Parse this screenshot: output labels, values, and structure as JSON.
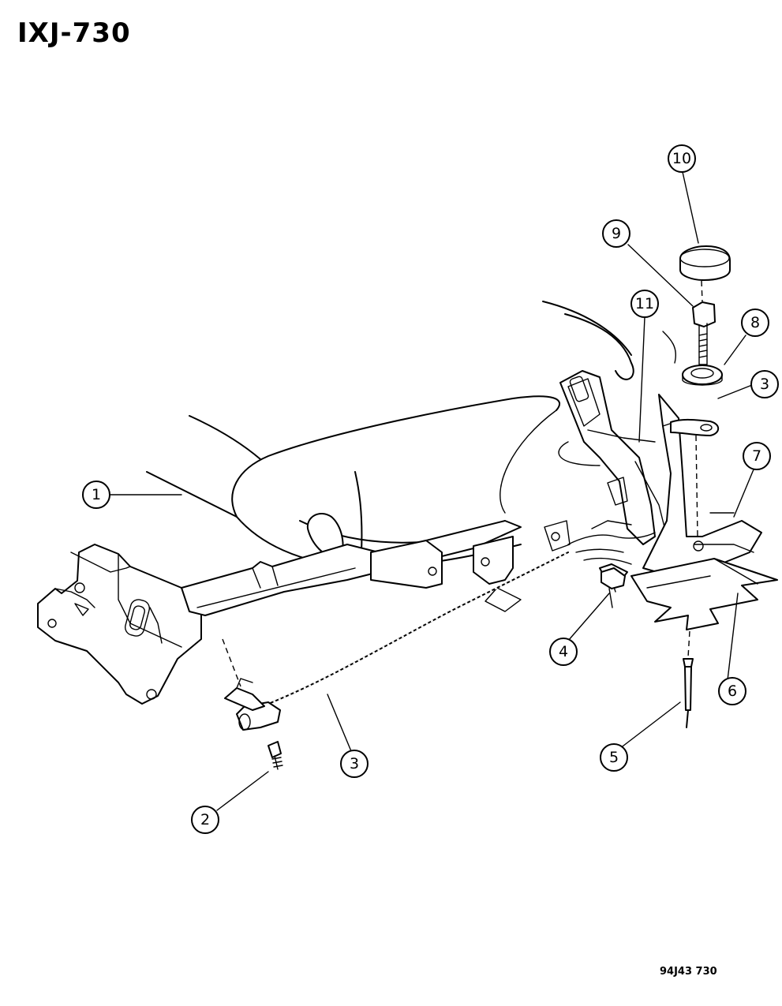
{
  "title": "IXJ-730",
  "reference_code": "94J43 730",
  "callouts": [
    {
      "label": "1"
    },
    {
      "label": "2"
    },
    {
      "label": "3"
    },
    {
      "label": "3"
    },
    {
      "label": "4"
    },
    {
      "label": "5"
    },
    {
      "label": "6"
    },
    {
      "label": "7"
    },
    {
      "label": "8"
    },
    {
      "label": "9"
    },
    {
      "label": "10"
    },
    {
      "label": "11"
    }
  ]
}
